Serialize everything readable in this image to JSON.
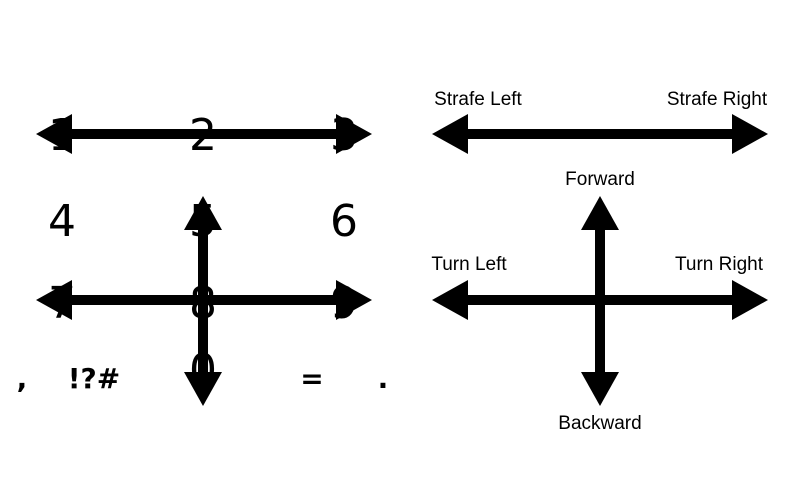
{
  "keypad": {
    "row1": [
      "1",
      "2",
      "3"
    ],
    "row2": [
      "4",
      "5",
      "6"
    ],
    "row3": [
      "7",
      "8",
      "9"
    ],
    "row4": {
      "comma": ",",
      "symbols": "!?#",
      "zero": "0",
      "equals": "=",
      "period": "."
    }
  },
  "controls": {
    "strafe_left": "Strafe Left",
    "strafe_right": "Strafe Right",
    "forward": "Forward",
    "backward": "Backward",
    "turn_left": "Turn Left",
    "turn_right": "Turn Right"
  },
  "colors": {
    "ink": "#000000",
    "background": "#ffffff"
  }
}
